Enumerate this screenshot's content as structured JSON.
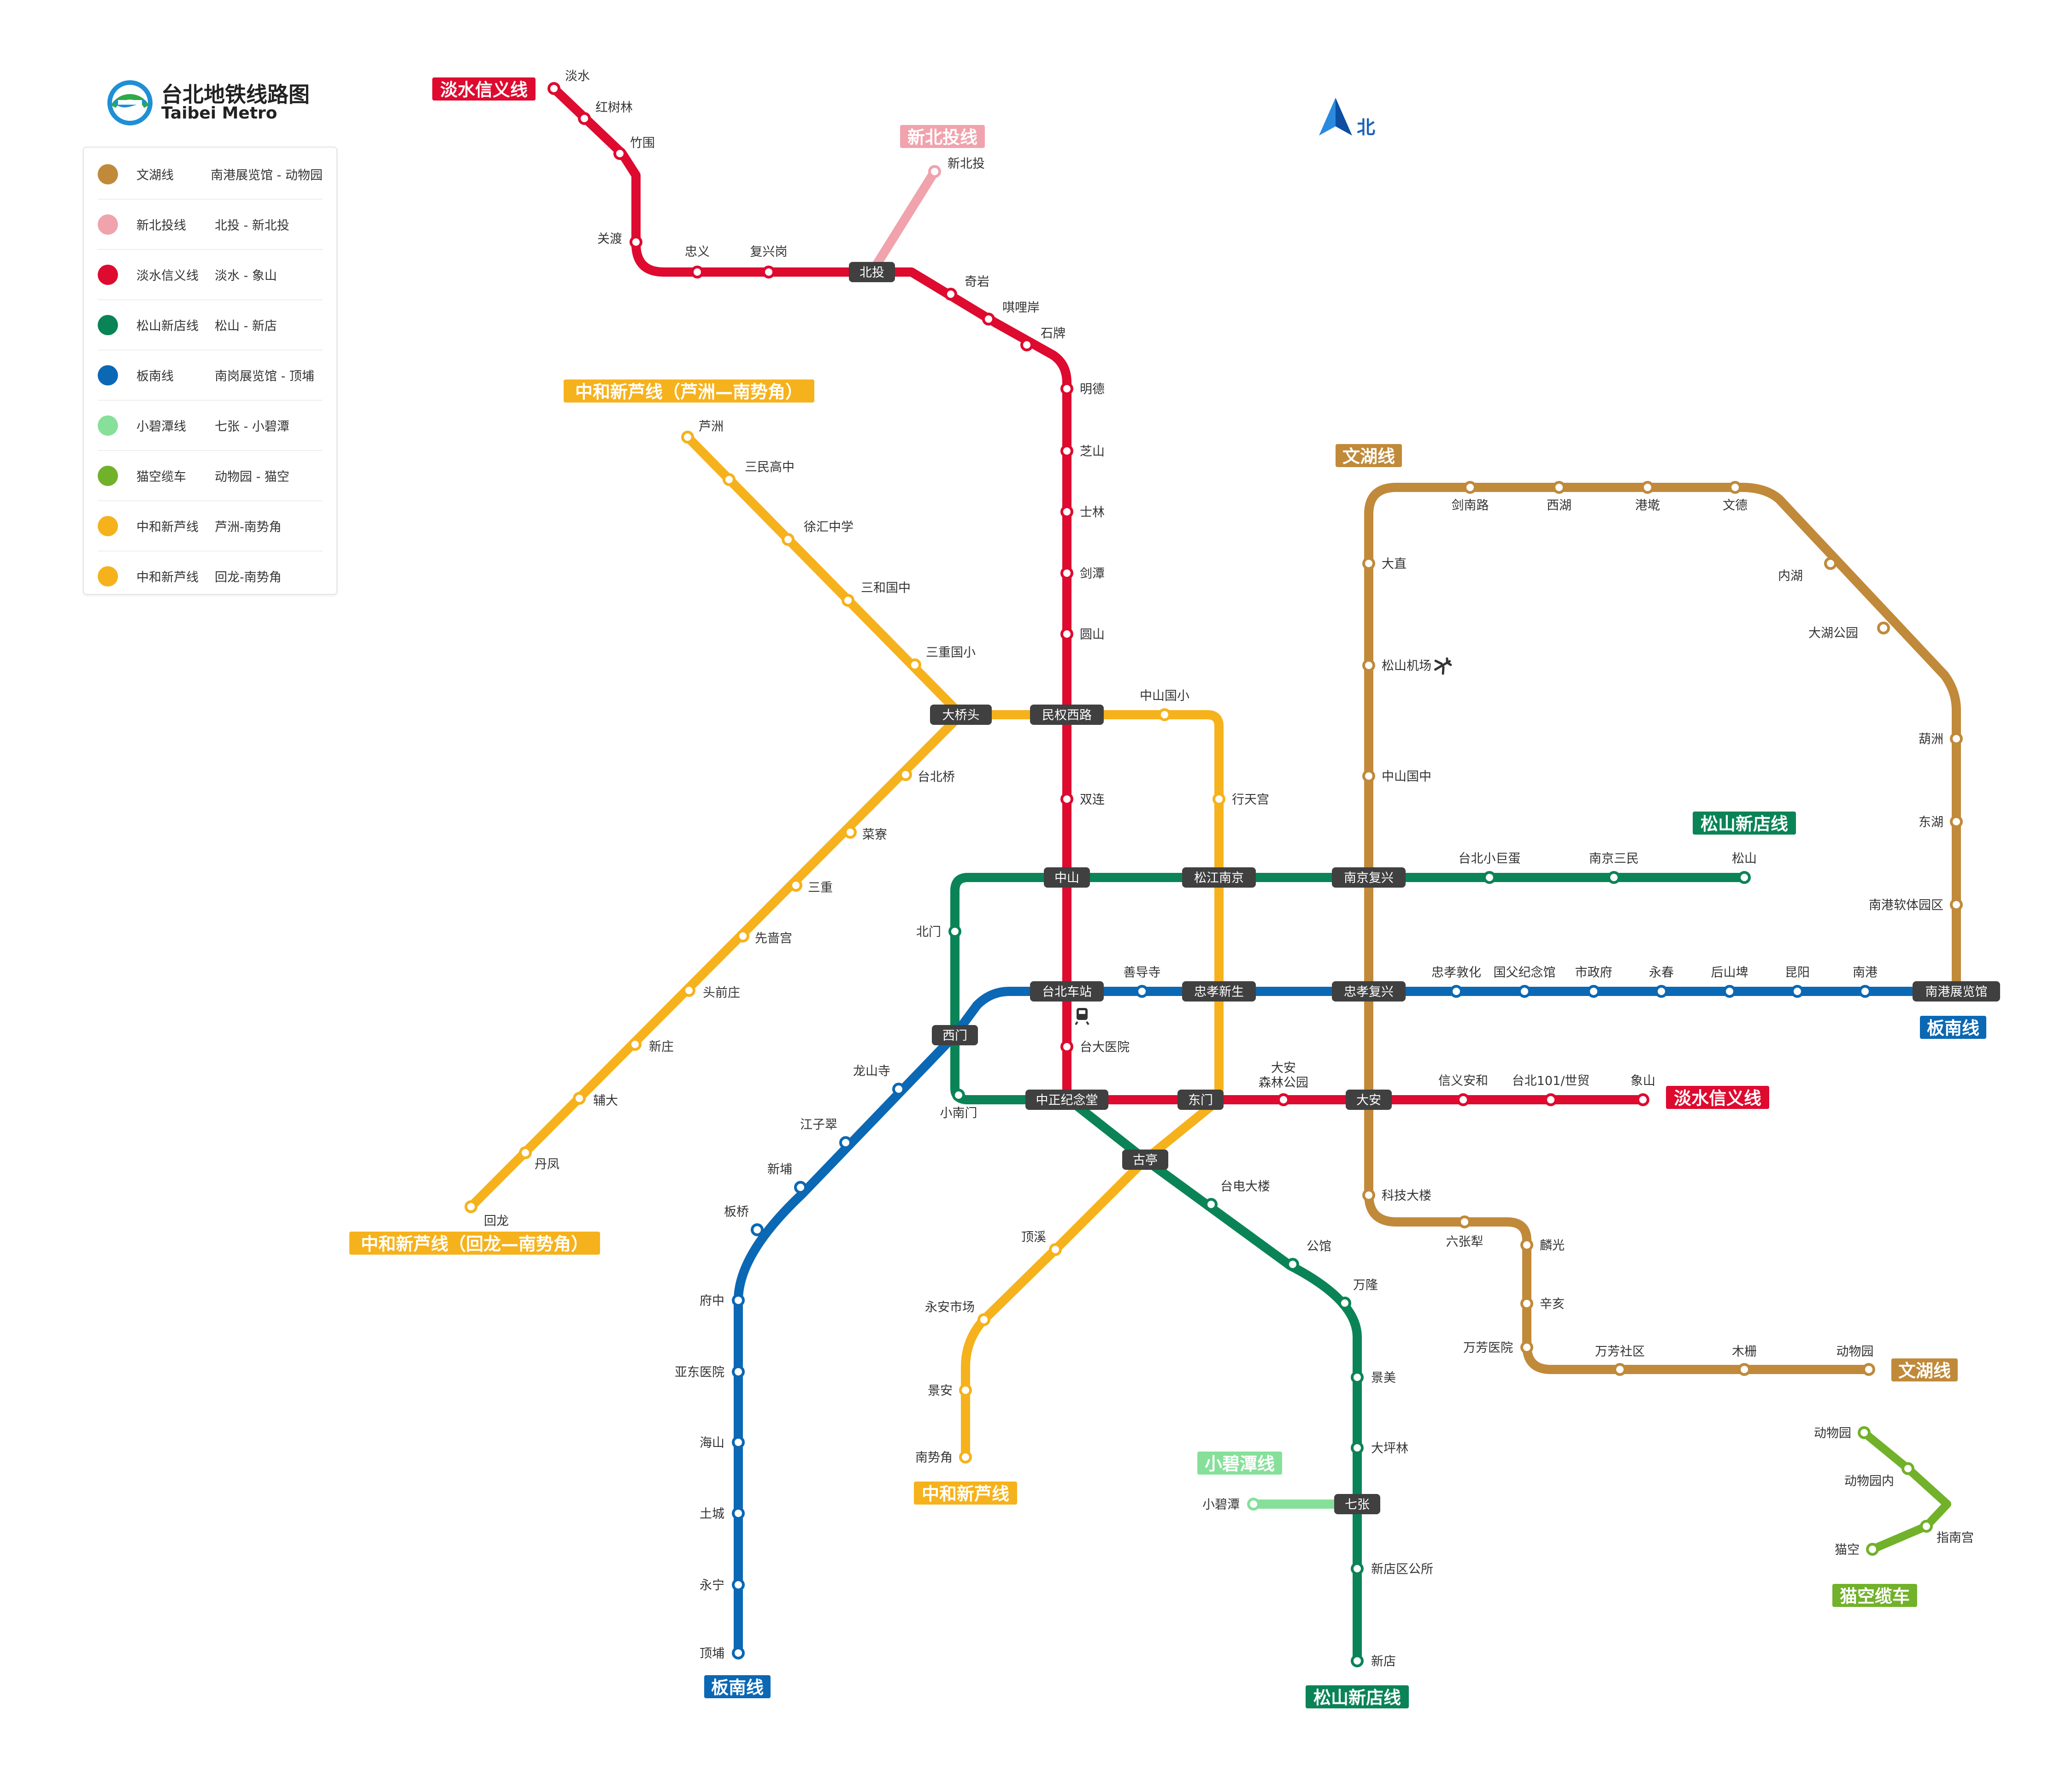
{
  "title": {
    "main": "台北地铁线路图",
    "sub": "Taibei Metro"
  },
  "north_label": "北",
  "colors": {
    "wenhu": "#c08a3a",
    "xinbeitou": "#f0a3ad",
    "danshui": "#de0a2f",
    "songshan": "#0a8457",
    "bannan": "#0b68b4",
    "xiaobitan": "#86e09a",
    "maokong": "#72b12a",
    "zhonghe": "#f6b21c"
  },
  "legend": [
    {
      "color": "#c08a3a",
      "name": "文湖线",
      "range": "南港展览馆 - 动物园"
    },
    {
      "color": "#f0a3ad",
      "name": "新北投线",
      "range": "北投 - 新北投"
    },
    {
      "color": "#de0a2f",
      "name": "淡水信义线",
      "range": "淡水 - 象山"
    },
    {
      "color": "#0a8457",
      "name": "松山新店线",
      "range": "松山 - 新店"
    },
    {
      "color": "#0b68b4",
      "name": "板南线",
      "range": "南岗展览馆 - 顶埔"
    },
    {
      "color": "#86e09a",
      "name": "小碧潭线",
      "range": "七张 - 小碧潭"
    },
    {
      "color": "#72b12a",
      "name": "猫空缆车",
      "range": "动物园 - 猫空"
    },
    {
      "color": "#f6b21c",
      "name": "中和新芦线",
      "range": "芦洲-南势角"
    },
    {
      "color": "#f6b21c",
      "name": "中和新芦线",
      "range": "回龙-南势角"
    }
  ],
  "lines": {
    "danshui": {
      "name": "淡水信义线",
      "stations": [
        "淡水",
        "红树林",
        "竹围",
        "关渡",
        "忠义",
        "复兴岗",
        "奇岩",
        "唭哩岸",
        "石牌",
        "明德",
        "芝山",
        "士林",
        "剑潭",
        "圆山",
        "双连",
        "台大医院",
        "大安",
        "森林公园",
        "信义安和",
        "台北101/世贸",
        "象山"
      ]
    },
    "xinbeitou": {
      "name": "新北投线",
      "stations": [
        "新北投"
      ]
    },
    "wenhu": {
      "name": "文湖线",
      "stations": [
        "剑南路",
        "西湖",
        "港墘",
        "文德",
        "内湖",
        "大湖公园",
        "葫洲",
        "东湖",
        "南港软体园区",
        "大直",
        "松山机场",
        "中山国中",
        "科技大楼",
        "六张犁",
        "麟光",
        "辛亥",
        "万芳医院",
        "万芳社区",
        "木栅",
        "动物园"
      ]
    },
    "songshan": {
      "name": "松山新店线",
      "stations": [
        "台北小巨蛋",
        "南京三民",
        "松山",
        "北门",
        "小南门",
        "台电大楼",
        "公馆",
        "万隆",
        "景美",
        "大坪林",
        "新店区公所",
        "新店"
      ]
    },
    "bannan": {
      "name": "板南线",
      "stations": [
        "善导寺",
        "忠孝敦化",
        "国父纪念馆",
        "市政府",
        "永春",
        "后山埤",
        "昆阳",
        "南港",
        "龙山寺",
        "江子翠",
        "新埔",
        "板桥",
        "府中",
        "亚东医院",
        "海山",
        "土城",
        "永宁",
        "顶埔"
      ]
    },
    "zhonghe": {
      "name": "中和新芦线",
      "name_luzhou": "中和新芦线（芦洲—南势角）",
      "name_huilong": "中和新芦线（回龙—南势角）",
      "stations": [
        "芦洲",
        "三民高中",
        "徐汇中学",
        "三和国中",
        "三重国小",
        "中山国小",
        "行天宫",
        "台北桥",
        "菜寮",
        "三重",
        "先啬宫",
        "头前庄",
        "新庄",
        "辅大",
        "丹凤",
        "回龙",
        "顶溪",
        "永安市场",
        "景安",
        "南势角"
      ]
    },
    "xiaobitan": {
      "name": "小碧潭线",
      "stations": [
        "小碧潭"
      ]
    },
    "maokong": {
      "name": "猫空缆车",
      "stations": [
        "动物园",
        "动物园内",
        "指南宫",
        "猫空"
      ]
    }
  },
  "interchanges": [
    "北投",
    "大桥头",
    "民权西路",
    "中山",
    "松江南京",
    "南京复兴",
    "台北车站",
    "忠孝新生",
    "忠孝复兴",
    "南港展览馆",
    "西门",
    "中正纪念堂",
    "东门",
    "大安",
    "古亭",
    "七张"
  ]
}
